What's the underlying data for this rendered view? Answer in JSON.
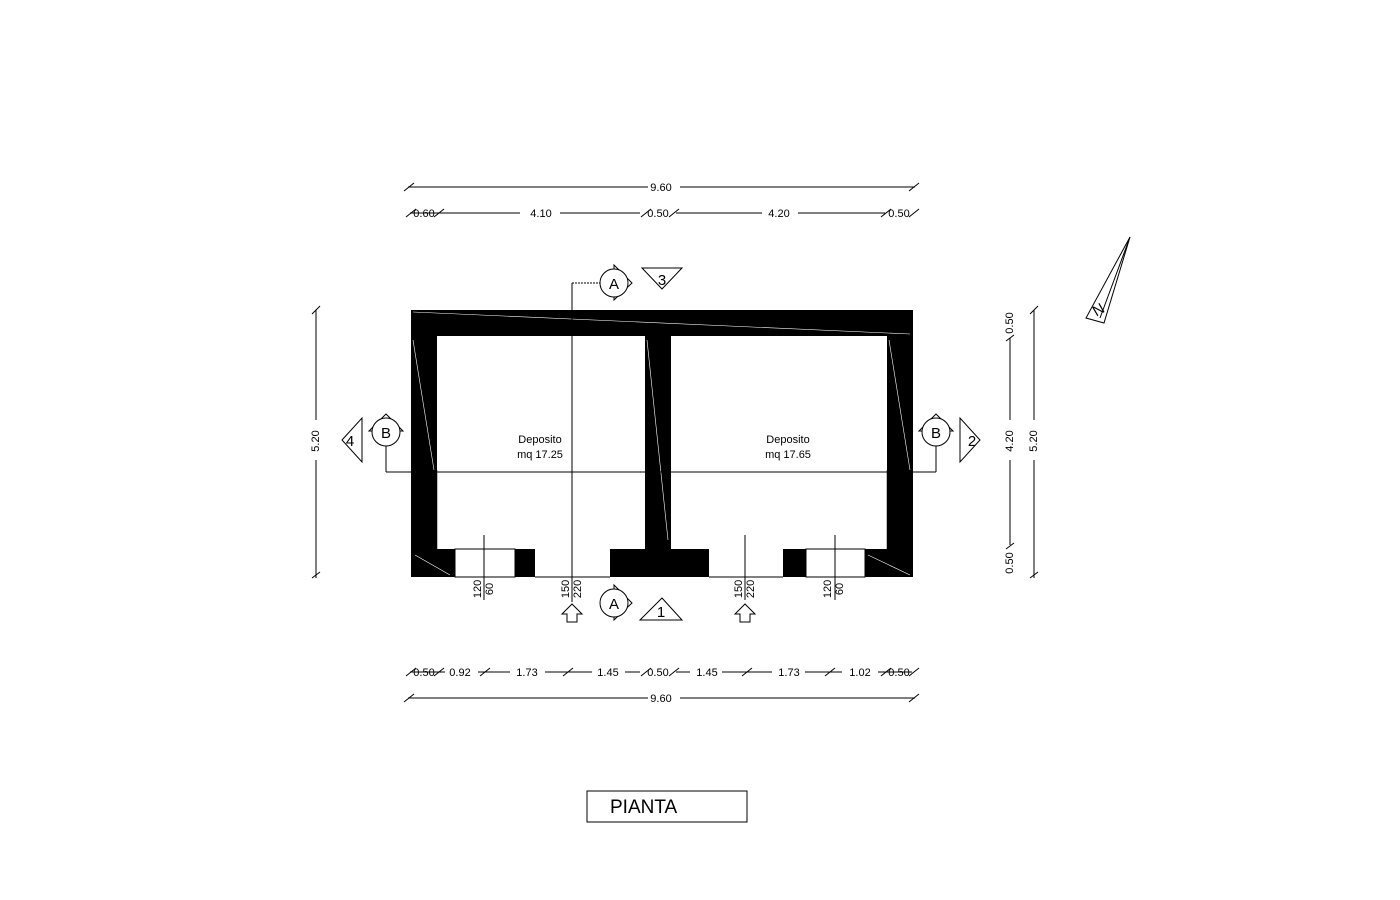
{
  "title": "PIANTA",
  "north_label": "N",
  "dims_top": {
    "total": "9.60",
    "parts": [
      "0.60",
      "4.10",
      "0.50",
      "4.20",
      "0.50"
    ]
  },
  "dims_bottom": {
    "parts": [
      "0.50",
      "0.92",
      "1.73",
      "1.45",
      "0.50",
      "1.45",
      "1.73",
      "1.02",
      "0.50"
    ],
    "total": "9.60"
  },
  "dims_left": {
    "total": "5.20"
  },
  "dims_right": {
    "parts": [
      "0.50",
      "4.20",
      "0.50"
    ],
    "total": "5.20"
  },
  "rooms": [
    {
      "name": "Deposito",
      "area": "mq 17.25"
    },
    {
      "name": "Deposito",
      "area": "mq 17.65"
    }
  ],
  "openings": {
    "window_left": [
      "120",
      "60"
    ],
    "door_left": [
      "150",
      "220"
    ],
    "door_right": [
      "150",
      "220"
    ],
    "window_right": [
      "120",
      "60"
    ]
  },
  "sections": {
    "a_top": {
      "letter": "A",
      "view": "3"
    },
    "a_bottom": {
      "letter": "A",
      "view": "1"
    },
    "b_left": {
      "letter": "B",
      "view": "4"
    },
    "b_right": {
      "letter": "B",
      "view": "2"
    }
  }
}
